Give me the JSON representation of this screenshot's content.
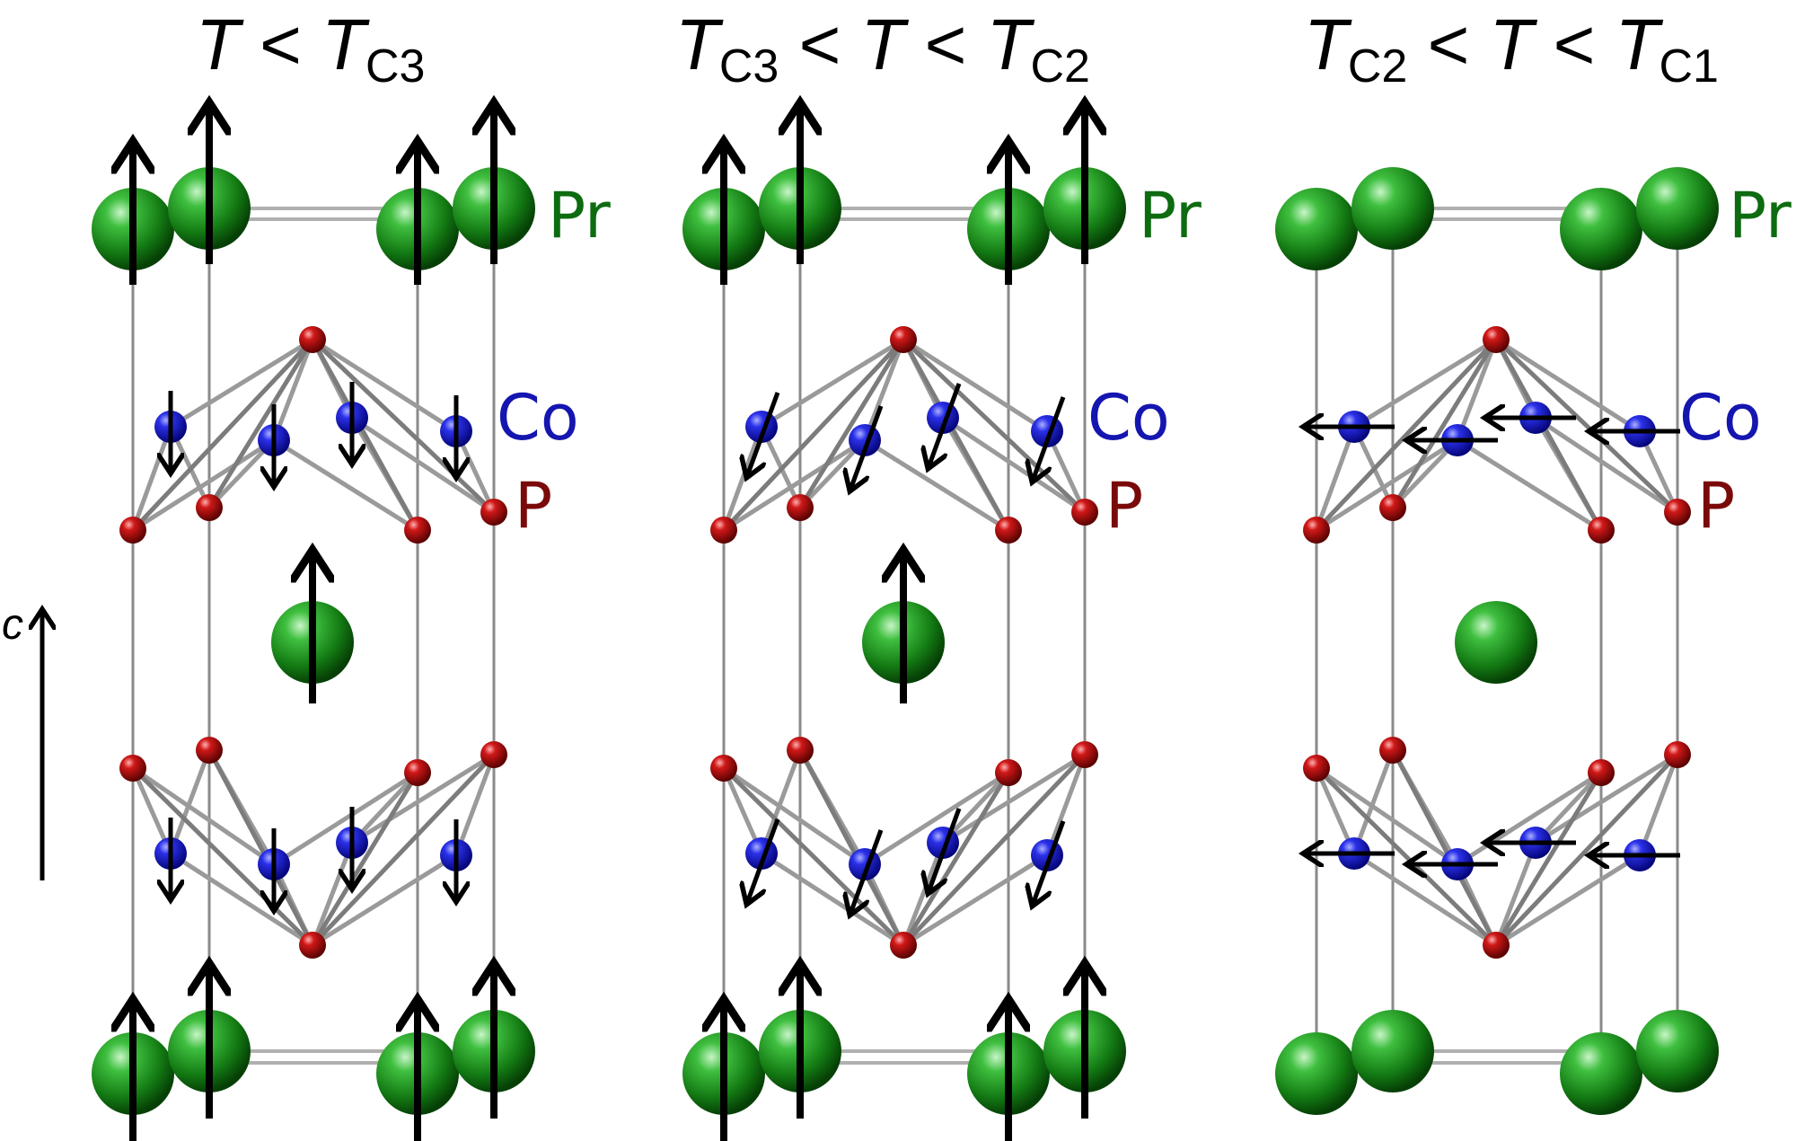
{
  "panels": [
    {
      "title_main": "T",
      "title_op1": "<",
      "title_sym": "T",
      "title_sub": "C3",
      "title_pre": "",
      "title_pre_sub": "",
      "pr_moment": "up",
      "co_moment": "down"
    },
    {
      "title_pre": "T",
      "title_pre_sub": "C3",
      "title_op1": "<",
      "title_main": "T",
      "title_sym": "T",
      "title_sub": "C2",
      "pr_moment": "up",
      "co_moment": "canted"
    },
    {
      "title_pre": "T",
      "title_pre_sub": "C2",
      "title_op1": "<",
      "title_main": "T",
      "title_sym": "T",
      "title_sub": "C1",
      "pr_moment": "none",
      "co_moment": "in-plane"
    }
  ],
  "labels": {
    "pr": "Pr",
    "co": "Co",
    "p": "P"
  },
  "axis_label": "c",
  "colors": {
    "pr": "#1a8c1a",
    "co": "#1a1ad6",
    "p": "#b01010",
    "arrow": "#000000",
    "bond": "#9a9a9a",
    "cell": "#8a8a8a"
  }
}
